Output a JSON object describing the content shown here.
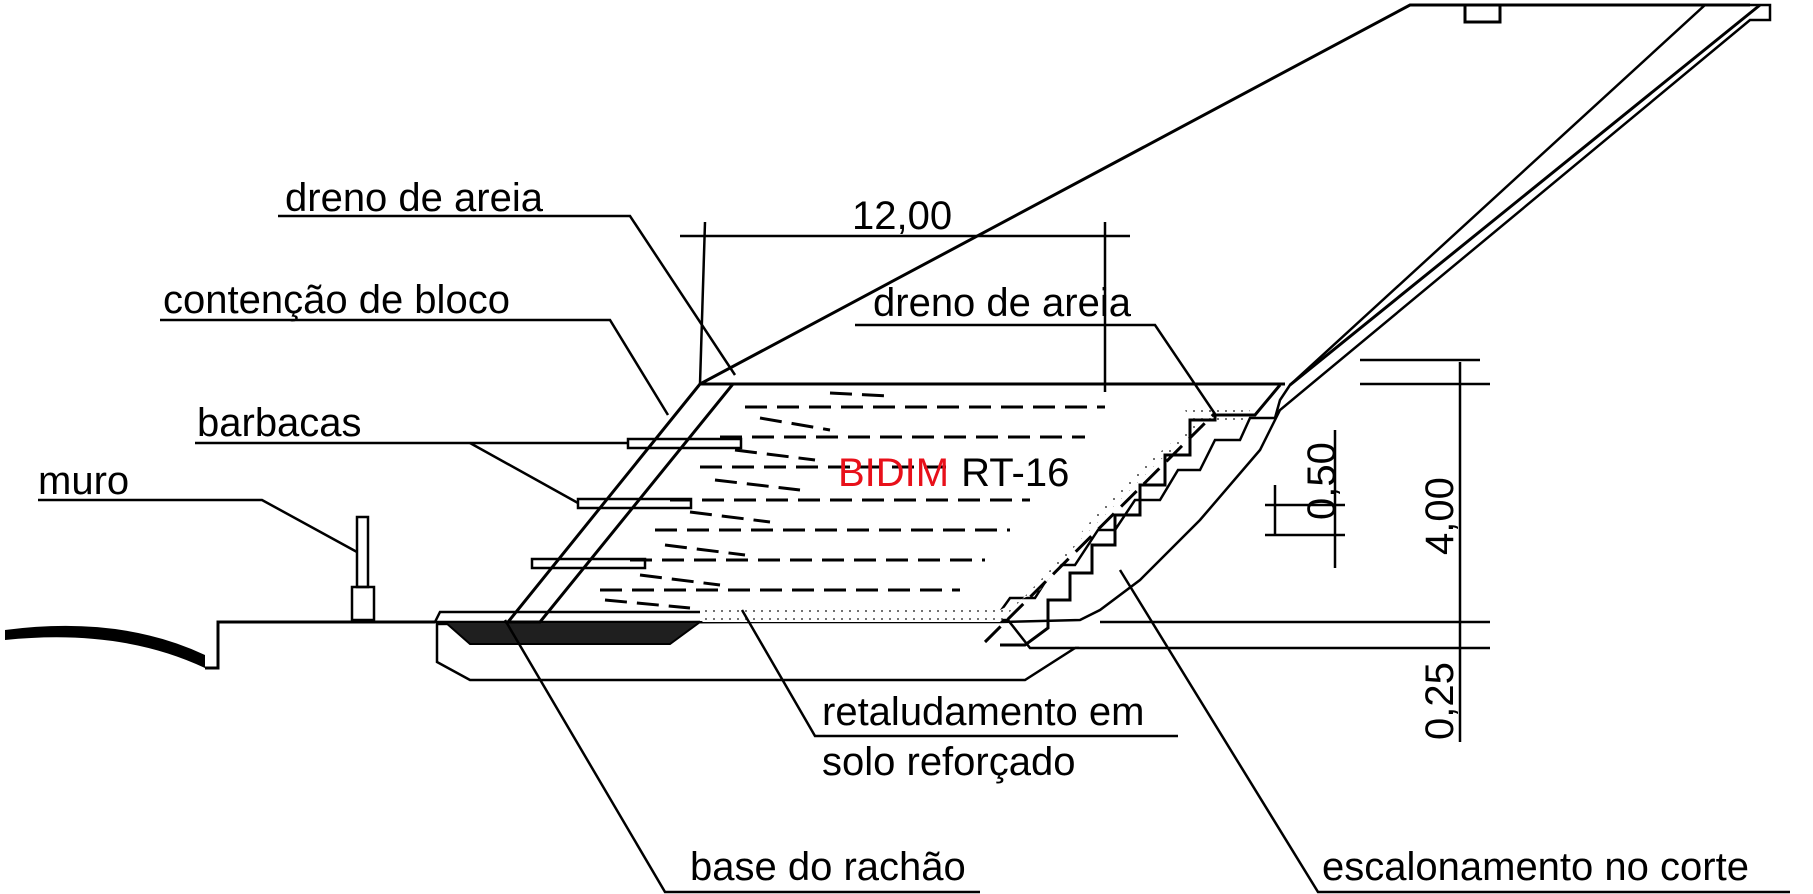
{
  "labels": {
    "dreno_areia_left": "dreno de areia",
    "contencao_bloco": "contenção de bloco",
    "barbacas": "barbacas",
    "muro": "muro",
    "dreno_areia_right": "dreno de areia",
    "bidim_brand": "BIDIM",
    "bidim_model": "RT-16",
    "retaludamento_line1": "retaludamento em",
    "retaludamento_line2": "solo reforçado",
    "base_rachao": "base do rachão",
    "escalonamento": "escalonamento no corte"
  },
  "dimensions": {
    "width_top": "12,00",
    "height_total": "4,00",
    "step_height": "0,50",
    "base_thickness": "0,25"
  },
  "colors": {
    "line": "#000000",
    "brand_red": "#e8101a",
    "fill_stipple": "#d9d9d9",
    "fill_dark": "#2a2a2a"
  }
}
